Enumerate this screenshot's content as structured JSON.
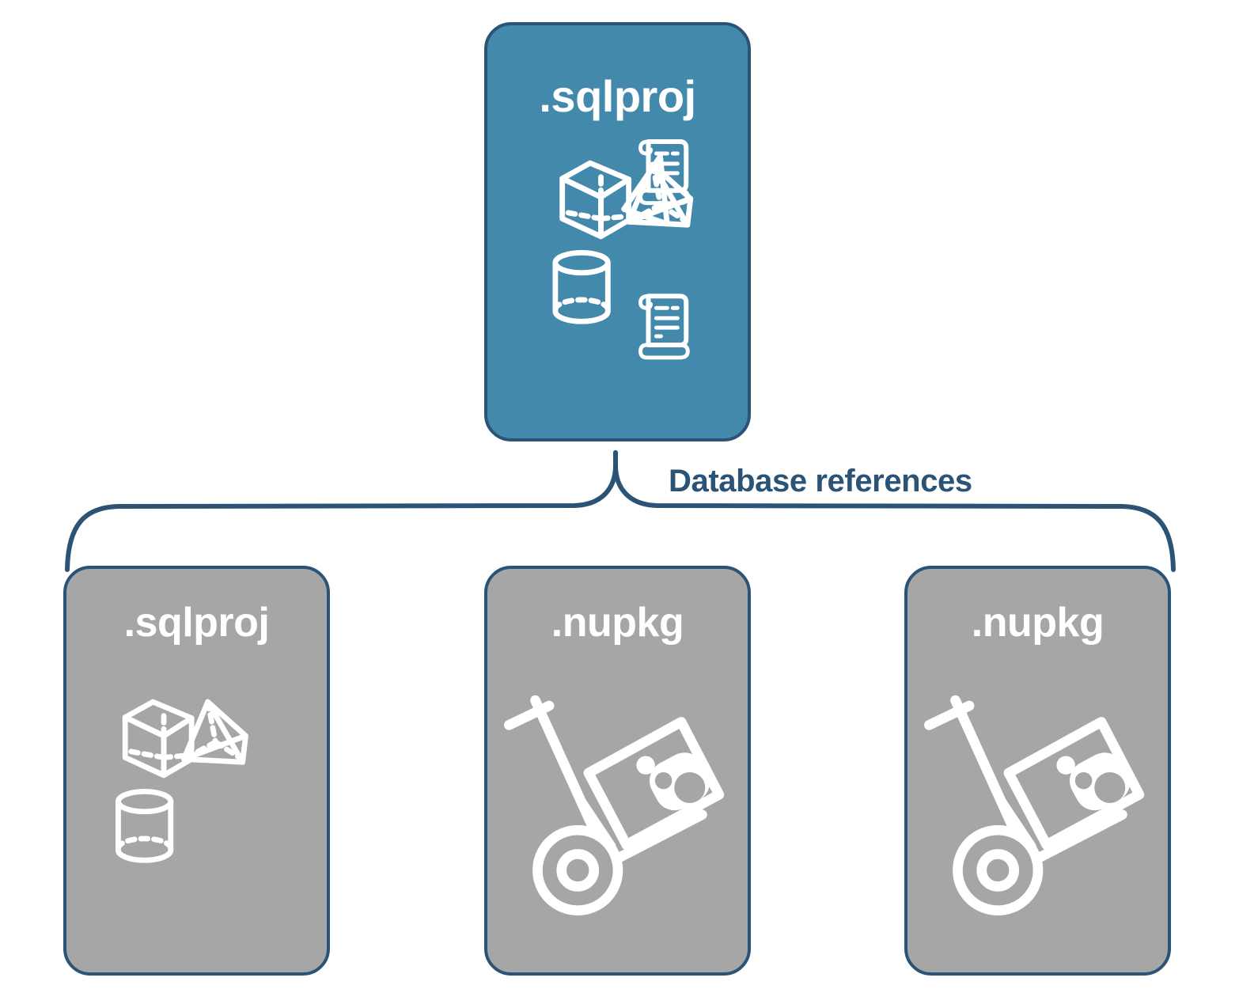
{
  "diagram": {
    "title_text": "Database references",
    "colors": {
      "primary_card": "#4389AB",
      "secondary_card": "#A6A6A6",
      "outline": "#2B5376",
      "icon": "#FFFFFF",
      "background": "#FFFFFF"
    },
    "connector": {
      "type": "curly-brace",
      "label": "Database references",
      "parent": "card-sqlproj-main",
      "children": [
        "card-sqlproj-reference",
        "card-nupkg-1",
        "card-nupkg-2"
      ]
    },
    "nodes": [
      {
        "id": "card-sqlproj-main",
        "label": ".sqlproj",
        "role": "project",
        "style": "primary",
        "icons": [
          "cube-icon",
          "scroll-icon",
          "pyramid-icon",
          "cylinder-icon",
          "scroll-icon"
        ]
      },
      {
        "id": "card-sqlproj-reference",
        "label": ".sqlproj",
        "role": "reference",
        "style": "secondary",
        "icons": [
          "cube-icon",
          "pyramid-icon",
          "cylinder-icon"
        ]
      },
      {
        "id": "card-nupkg-1",
        "label": ".nupkg",
        "role": "reference",
        "style": "secondary",
        "icons": [
          "hand-truck-package-icon"
        ]
      },
      {
        "id": "card-nupkg-2",
        "label": ".nupkg",
        "role": "reference",
        "style": "secondary",
        "icons": [
          "hand-truck-package-icon"
        ]
      }
    ]
  }
}
